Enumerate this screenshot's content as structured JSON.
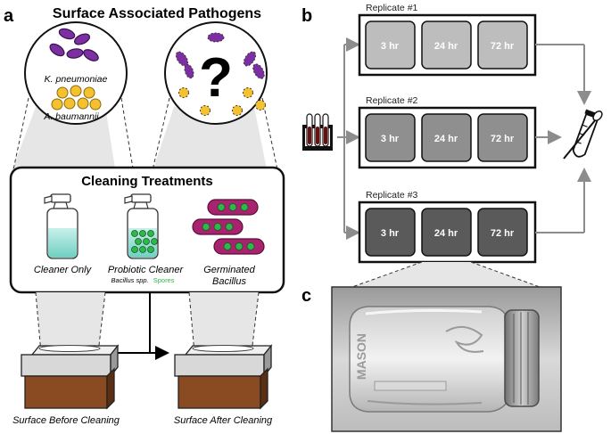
{
  "panels": {
    "a": "a",
    "b": "b",
    "c": "c"
  },
  "panel_a": {
    "title": "Surface Associated Pathogens",
    "pathogen_1": "K. pneumoniae",
    "pathogen_2": "A. baumannii",
    "question_mark": "?",
    "treatments": {
      "title": "Cleaning Treatments",
      "cleaner_only": "Cleaner Only",
      "probiotic_cleaner": "Probiotic Cleaner",
      "probiotic_sub_prefix": "Bacillus spp.",
      "probiotic_sub_spores": "Spores",
      "germinated_line1": "Germinated",
      "germinated_line2": "Bacillus"
    },
    "surface_before": "Surface Before Cleaning",
    "surface_after": "Surface After Cleaning"
  },
  "panel_b": {
    "replicates": [
      {
        "title": "Replicate #1",
        "times": [
          "3 hr",
          "24 hr",
          "72 hr"
        ],
        "fill": "#bdbdbd"
      },
      {
        "title": "Replicate #2",
        "times": [
          "3 hr",
          "24 hr",
          "72 hr"
        ],
        "fill": "#8f8f8f"
      },
      {
        "title": "Replicate #3",
        "times": [
          "3 hr",
          "24 hr",
          "72 hr"
        ],
        "fill": "#5a5a5a"
      }
    ]
  },
  "panel_c": {
    "jar_text": "MASON"
  },
  "colors": {
    "purple": "#7b2fa0",
    "yellow": "#f5c12e",
    "green": "#2fb84a",
    "teal": "#a8e4dc",
    "magenta": "#a8236e",
    "wood": "#8a4a22",
    "arrow_gray": "#8c8c8c"
  }
}
